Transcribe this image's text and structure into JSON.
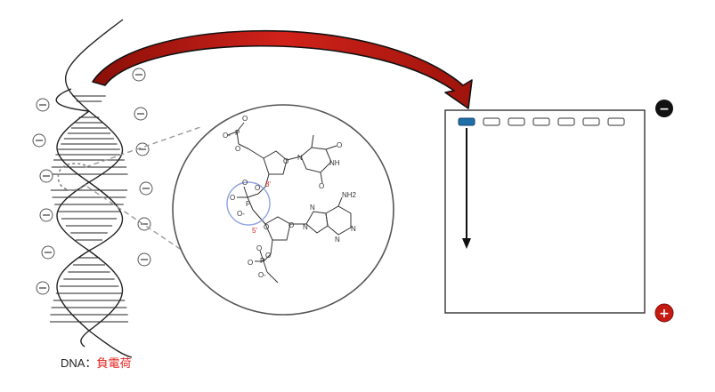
{
  "caption": {
    "label": "DNA：",
    "value": "負電荷"
  },
  "molecule_labels": {
    "carbon_3": "3'",
    "carbon_5": "5'",
    "phosphate_p": "P",
    "oxygen": "O",
    "oxygen_anion": "O-",
    "nitrogen": "N",
    "nh": "NH",
    "amine": "NH2"
  },
  "electrodes": {
    "negative_symbol": "−",
    "positive_symbol": "+"
  },
  "colors": {
    "arrow_red": "#c8180e",
    "electrode_positive": "#c41a12",
    "electrode_negative": "#111111",
    "sample_well": "#1f6fa8",
    "highlight_circle": "#8fa3e0",
    "caption_red": "#e3211c"
  },
  "icons": {
    "negative_charge": "minus-in-circle",
    "negative_electrode": "minus-in-filled-circle",
    "positive_electrode": "plus-in-filled-circle"
  }
}
